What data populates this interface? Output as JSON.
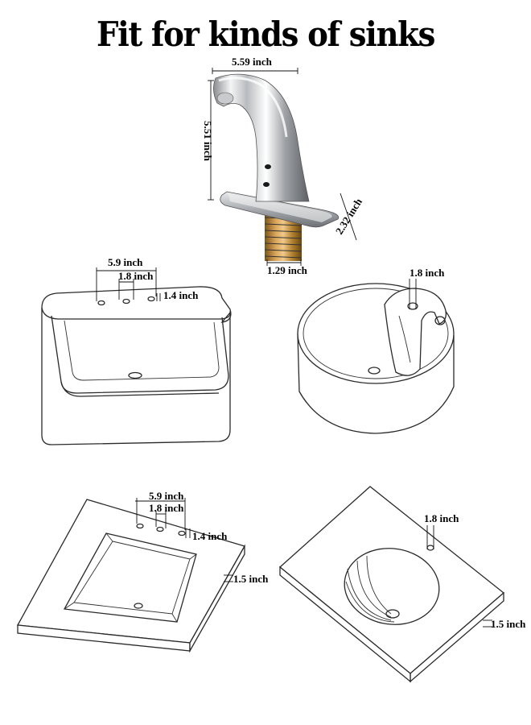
{
  "title": "Fit for kinds of sinks",
  "faucet": {
    "width_label": "5.59 inch",
    "height_label": "5.51 inch",
    "depth_label": "2.32 inch",
    "shank_label": "1.29 inch"
  },
  "vessel_rect": {
    "span_label": "5.9 inch",
    "spacing_label": "1.8 inch",
    "hole_label": "1.4 inch"
  },
  "vessel_round": {
    "hole_label": "1.8 inch"
  },
  "vanity_rect": {
    "span_label": "5.9 inch",
    "spacing_label": "1.8 inch",
    "hole_label": "1.4 inch",
    "thickness_label": "1.5 inch"
  },
  "vanity_oval": {
    "hole_label": "1.8 inch",
    "thickness_label": "1.5 inch"
  }
}
